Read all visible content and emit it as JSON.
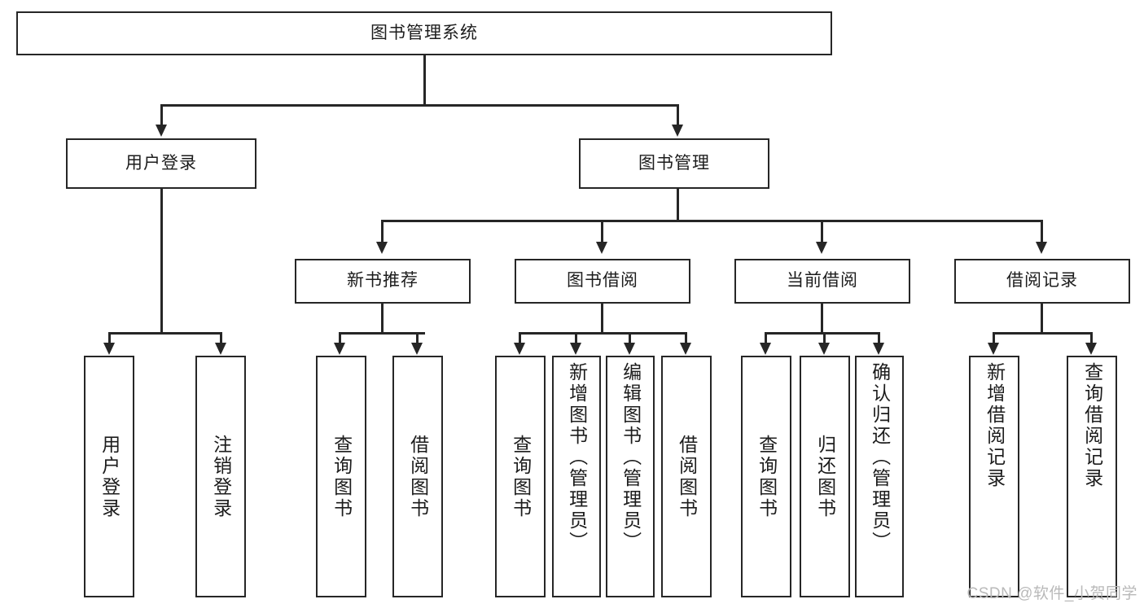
{
  "diagram": {
    "type": "tree",
    "title": "图书管理系统",
    "root": {
      "label": "图书管理系统"
    },
    "level2": [
      {
        "label": "用户登录"
      },
      {
        "label": "图书管理"
      }
    ],
    "level3": [
      {
        "label": "新书推荐"
      },
      {
        "label": "图书借阅"
      },
      {
        "label": "当前借阅"
      },
      {
        "label": "借阅记录"
      }
    ],
    "leaves": {
      "user_login": [
        {
          "label": "用户登录"
        },
        {
          "label": "注销登录"
        }
      ],
      "new_book_recommend": [
        {
          "label": "查询图书"
        },
        {
          "label": "借阅图书"
        }
      ],
      "book_borrow": [
        {
          "label": "查询图书"
        },
        {
          "label": "新增图书（管理员）"
        },
        {
          "label": "编辑图书（管理员）"
        },
        {
          "label": "借阅图书"
        }
      ],
      "current_borrow": [
        {
          "label": "查询图书"
        },
        {
          "label": "归还图书"
        },
        {
          "label": "确认归还（管理员）"
        }
      ],
      "borrow_record": [
        {
          "label": "新增借阅记录"
        },
        {
          "label": "查询借阅记录"
        }
      ]
    }
  },
  "watermark": {
    "text": "CSDN @软件_小贺同学"
  },
  "colors": {
    "stroke": "#262626",
    "background": "#ffffff",
    "text": "#1c1c1c",
    "watermark": "#b9b9b9"
  }
}
